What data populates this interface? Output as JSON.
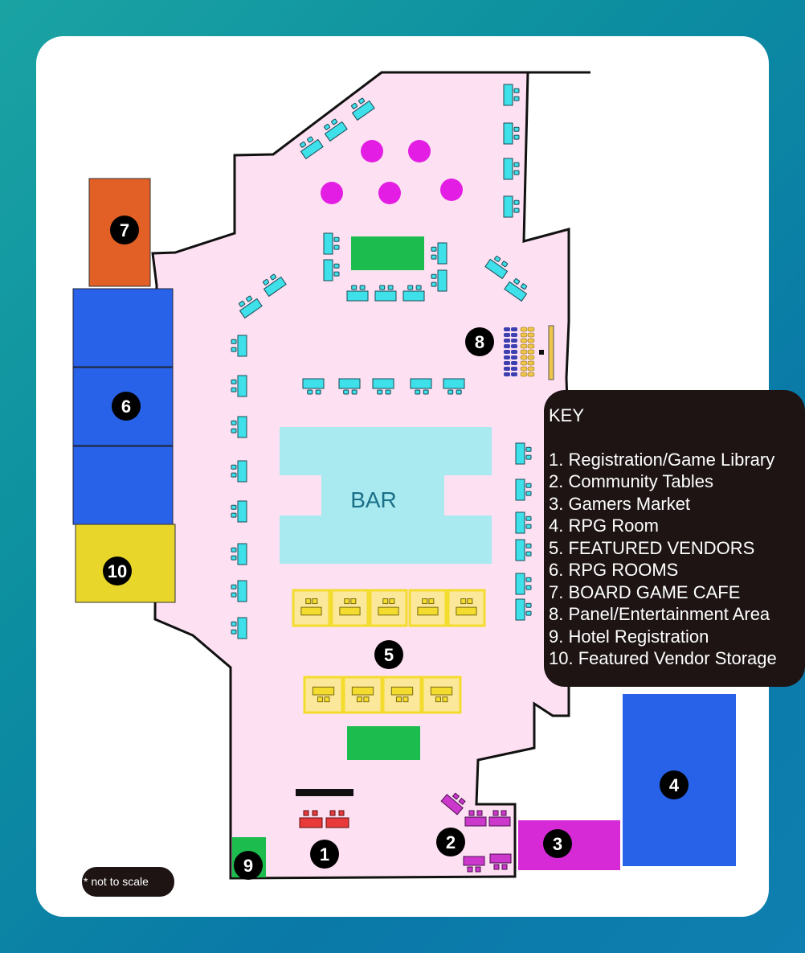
{
  "map": {
    "bar_label": "BAR",
    "markers": [
      "1",
      "2",
      "3",
      "4",
      "5",
      "6",
      "7",
      "8",
      "9",
      "10"
    ],
    "colors": {
      "floor": "#fde0f1",
      "registration": "#e83a3a",
      "community": "#cc37cc",
      "market": "#d62ad6",
      "rpg": "#2762e8",
      "featured": "#f3dc2e",
      "cafe": "#e25f26",
      "panel_seats_blue": "#3b3fb0",
      "panel_seats_yellow": "#f0c64a",
      "hotel": "#1cbd4e",
      "storage": "#e8d62a",
      "bar": "#a8eaf0",
      "tables": "#3ee0ea",
      "round_tables": "#e31de3",
      "green_tables": "#1cbd4e"
    }
  },
  "key": {
    "title": "KEY",
    "items": [
      "1. Registration/Game Library",
      "2. Community Tables",
      "3. Gamers Market",
      "4. RPG Room",
      "5. FEATURED VENDORS",
      "6. RPG ROOMS",
      "7. BOARD GAME CAFE",
      "8. Panel/Entertainment Area",
      "9. Hotel Registration",
      "10. Featured Vendor Storage"
    ]
  },
  "note": "* not to scale"
}
